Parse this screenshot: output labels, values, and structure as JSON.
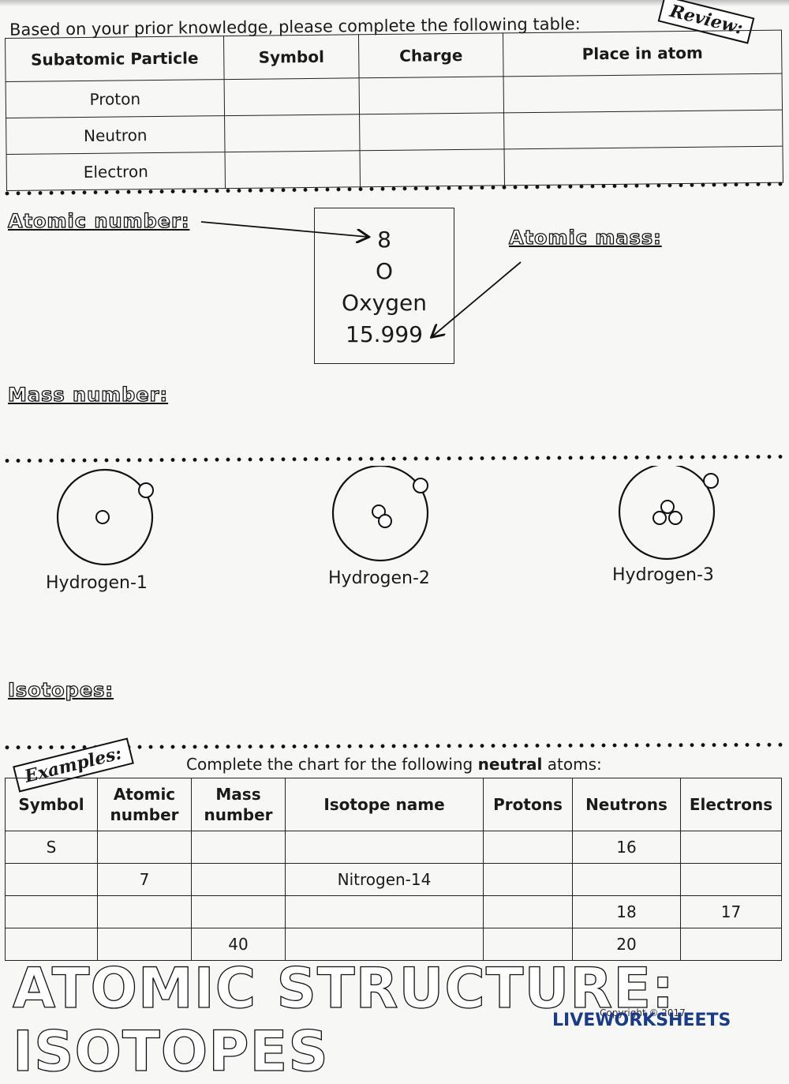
{
  "review": {
    "ribbon": "Review:",
    "intro": "Based on your prior knowledge, please complete the following table:",
    "headers": [
      "Subatomic Particle",
      "Symbol",
      "Charge",
      "Place in atom"
    ],
    "rows": [
      "Proton",
      "Neutron",
      "Electron"
    ]
  },
  "atomic": {
    "number_label": "Atomic number:",
    "mass_label": "Atomic mass:",
    "element": {
      "number": "8",
      "symbol": "O",
      "name": "Oxygen",
      "mass": "15.999"
    }
  },
  "mass_number_label": "Mass number:",
  "isotopes_diagram": [
    {
      "label": "Hydrogen-1"
    },
    {
      "label": "Hydrogen-2"
    },
    {
      "label": "Hydrogen-3"
    }
  ],
  "isotopes_label": "Isotopes:",
  "examples": {
    "ribbon": "Examples:",
    "instruction_prefix": "Complete the chart for the following ",
    "instruction_bold": "neutral",
    "instruction_suffix": " atoms:",
    "headers": [
      "Symbol",
      "Atomic number",
      "Mass number",
      "Isotope name",
      "Protons",
      "Neutrons",
      "Electrons"
    ],
    "rows": [
      [
        "S",
        "",
        "",
        "",
        "",
        "16",
        ""
      ],
      [
        "",
        "7",
        "",
        "Nitrogen-14",
        "",
        "",
        ""
      ],
      [
        "",
        "",
        "",
        "",
        "",
        "18",
        "17"
      ],
      [
        "",
        "",
        "40",
        "",
        "",
        "20",
        ""
      ]
    ]
  },
  "banner": "ATOMIC STRUCTURE: ISOTOPES",
  "footer": {
    "copyright": "Copyright © 2017",
    "brand": "LIVEWORKSHEETS"
  }
}
